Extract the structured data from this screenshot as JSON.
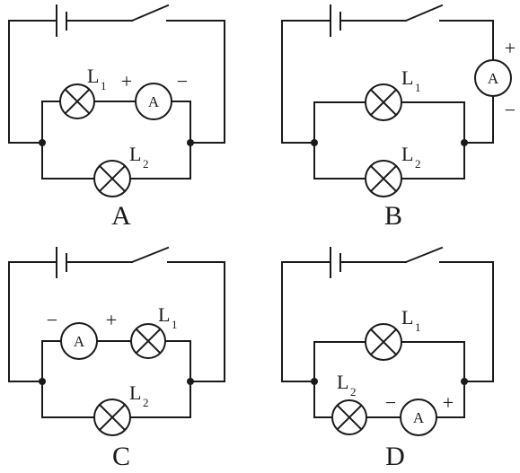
{
  "panels": [
    {
      "id": "A",
      "label": "A",
      "branch_top": {
        "lamp": {
          "name": "L",
          "sub": "1"
        },
        "ammeter": {
          "symbol": "A",
          "plus": "+",
          "minus": "−"
        }
      },
      "branch_bottom": {
        "lamp": {
          "name": "L",
          "sub": "2"
        }
      }
    },
    {
      "id": "B",
      "label": "B",
      "branch_top": {
        "lamp": {
          "name": "L",
          "sub": "1"
        }
      },
      "branch_bottom": {
        "lamp": {
          "name": "L",
          "sub": "2"
        }
      },
      "main_line_ammeter": {
        "symbol": "A",
        "plus": "+",
        "minus": "−"
      }
    },
    {
      "id": "C",
      "label": "C",
      "branch_top": {
        "lamp": {
          "name": "L",
          "sub": "1"
        },
        "ammeter": {
          "symbol": "A",
          "plus": "+",
          "minus": "−"
        }
      },
      "branch_bottom": {
        "lamp": {
          "name": "L",
          "sub": "2"
        }
      }
    },
    {
      "id": "D",
      "label": "D",
      "branch_top": {
        "lamp": {
          "name": "L",
          "sub": "1"
        }
      },
      "branch_bottom": {
        "lamp": {
          "name": "L",
          "sub": "2"
        },
        "ammeter": {
          "symbol": "A",
          "plus": "+",
          "minus": "−"
        }
      }
    }
  ]
}
